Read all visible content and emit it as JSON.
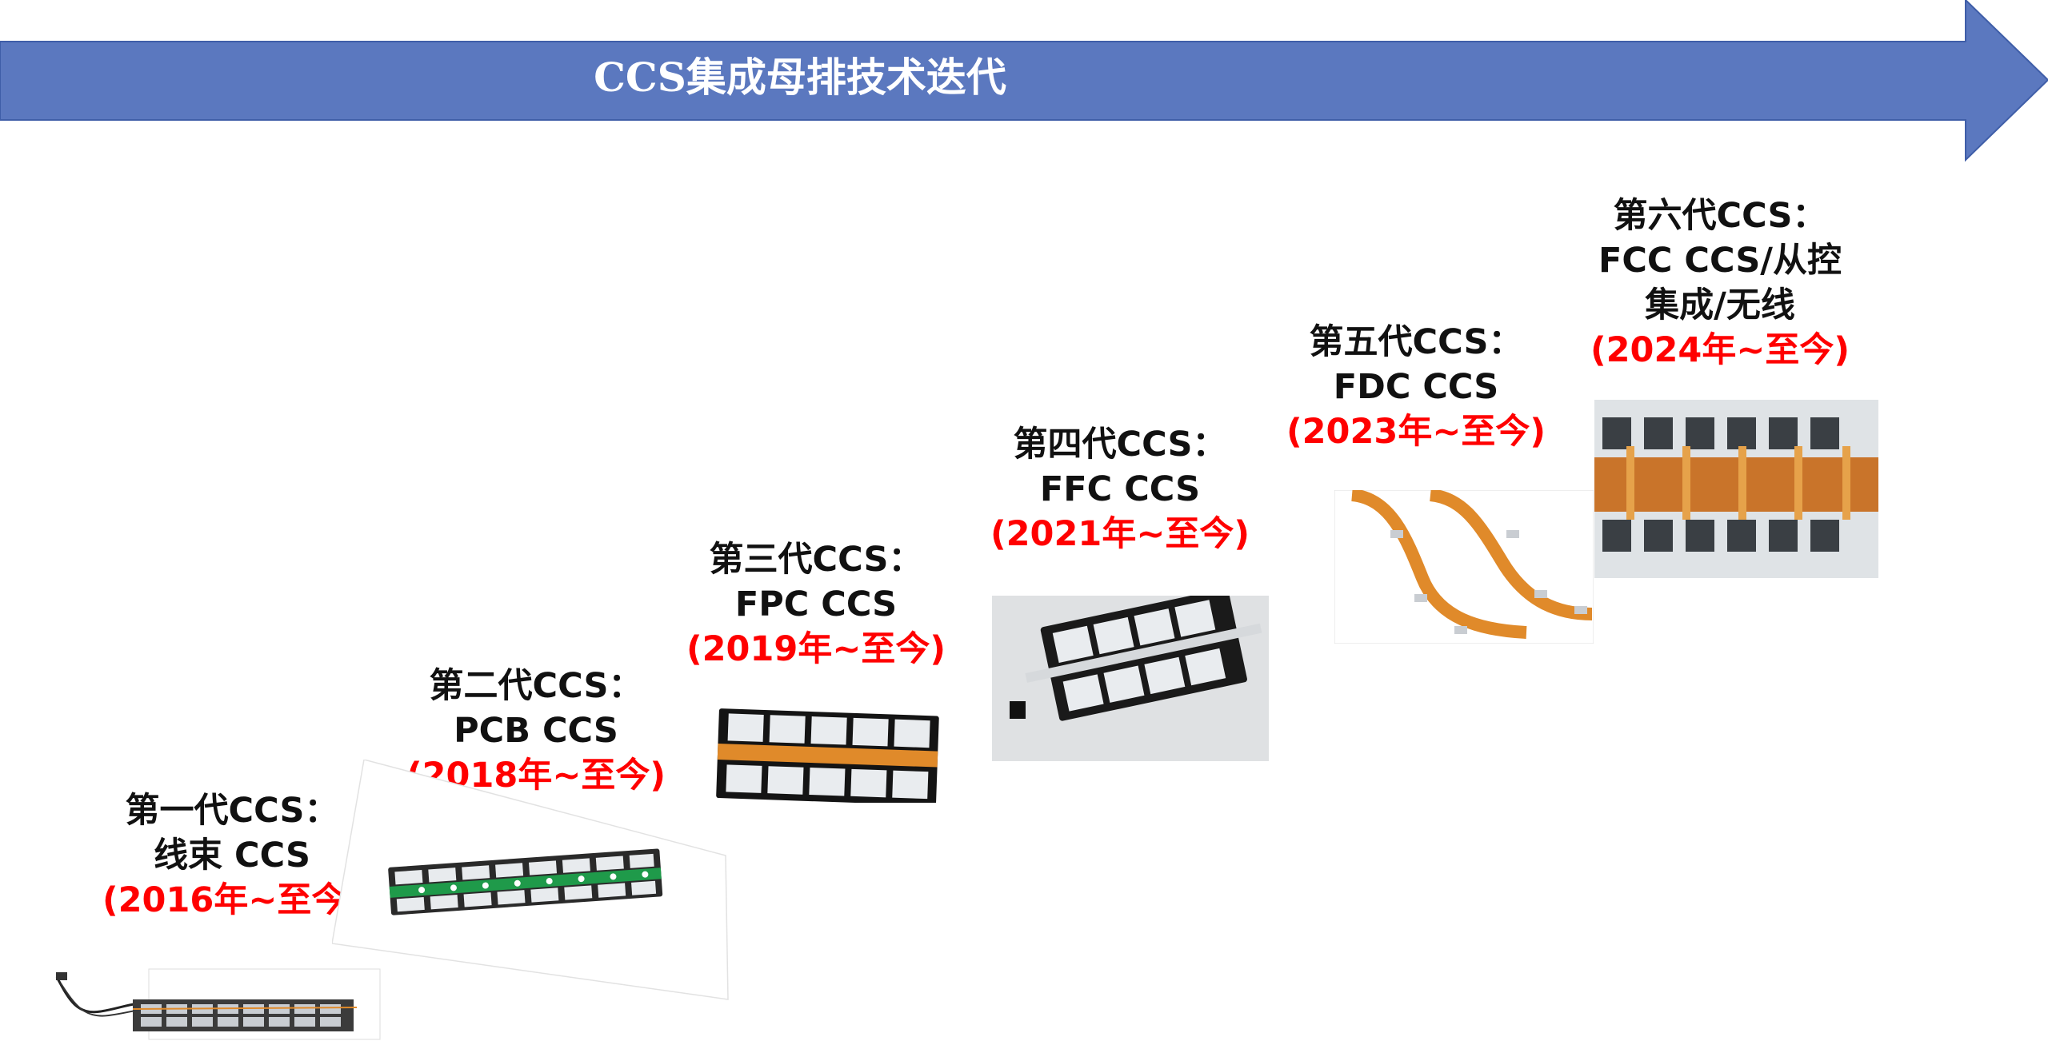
{
  "banner": {
    "title": "CCS集成母排技术迭代",
    "color": "#5b78bf",
    "border": "#3f5ea8"
  },
  "generations": [
    {
      "label": "第一代CCS：",
      "tech": "线束 CCS",
      "period": "(2016年~至今)"
    },
    {
      "label": "第二代CCS：",
      "tech": "PCB CCS",
      "period": "(2018年~至今)"
    },
    {
      "label": "第三代CCS：",
      "tech": "FPC CCS",
      "period": "(2019年~至今)"
    },
    {
      "label": "第四代CCS：",
      "tech": "FFC CCS",
      "period": "(2021年~至今)"
    },
    {
      "label": "第五代CCS：",
      "tech": "FDC CCS",
      "period": "(2023年~至今)"
    },
    {
      "label": "第六代CCS：",
      "tech": "FCC CCS/从控",
      "tech2": "集成/无线",
      "period": "(2024年~至今)"
    }
  ],
  "colors": {
    "period": "#ff0000",
    "text": "#111111",
    "copper": "#e08a2a",
    "pcb_green": "#1f9a4a",
    "cell": "#e9ecef"
  }
}
